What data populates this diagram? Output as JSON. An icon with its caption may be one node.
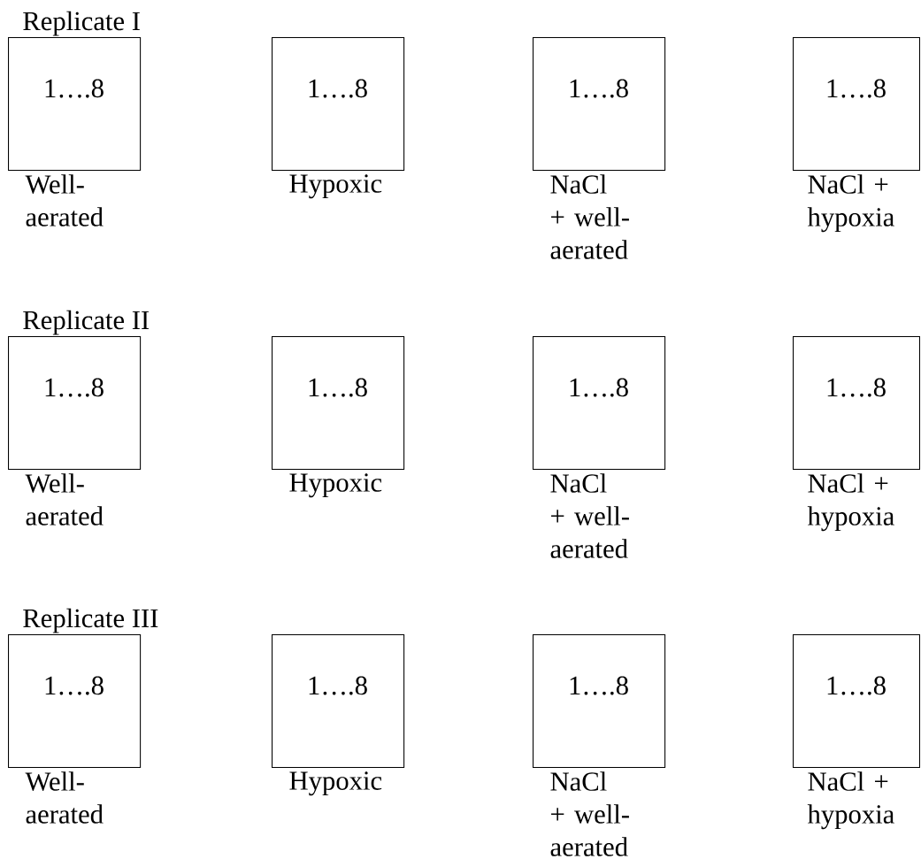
{
  "diagram": {
    "nodes": [
      {
        "text": [
          "1….8"
        ],
        "beside": [
          "Well-aerated"
        ]
      },
      {
        "text": [
          "1….8"
        ],
        "beside": [
          "Hypoxic"
        ]
      },
      {
        "text": [
          "1….8"
        ],
        "beside": [
          "NaCl + well-aerated"
        ]
      },
      {
        "text": [
          "1….8"
        ],
        "beside": [
          "NaCl + hypoxia"
        ]
      },
      {
        "text": [
          "1….8"
        ],
        "beside": [
          "Well-aerated"
        ]
      },
      {
        "text": [
          "1….8"
        ],
        "beside": [
          "Hypoxic"
        ]
      },
      {
        "text": [
          "1….8"
        ],
        "beside": [
          "NaCl + well-aerated"
        ]
      },
      {
        "text": [
          "1….8"
        ],
        "beside": [
          "NaCl + hypoxia"
        ]
      },
      {
        "text": [
          "1….8"
        ],
        "beside": [
          "Well-aerated"
        ]
      },
      {
        "text": [
          "1….8"
        ],
        "beside": [
          "Hypoxic"
        ]
      },
      {
        "text": [
          "1….8"
        ],
        "beside": [
          "NaCl + well-aerated"
        ]
      },
      {
        "text": [
          "1….8"
        ],
        "beside": [
          "NaCl + hypoxia"
        ]
      }
    ],
    "labels": [
      "Replicate I",
      "Replicate II",
      "Replicate III"
    ]
  }
}
